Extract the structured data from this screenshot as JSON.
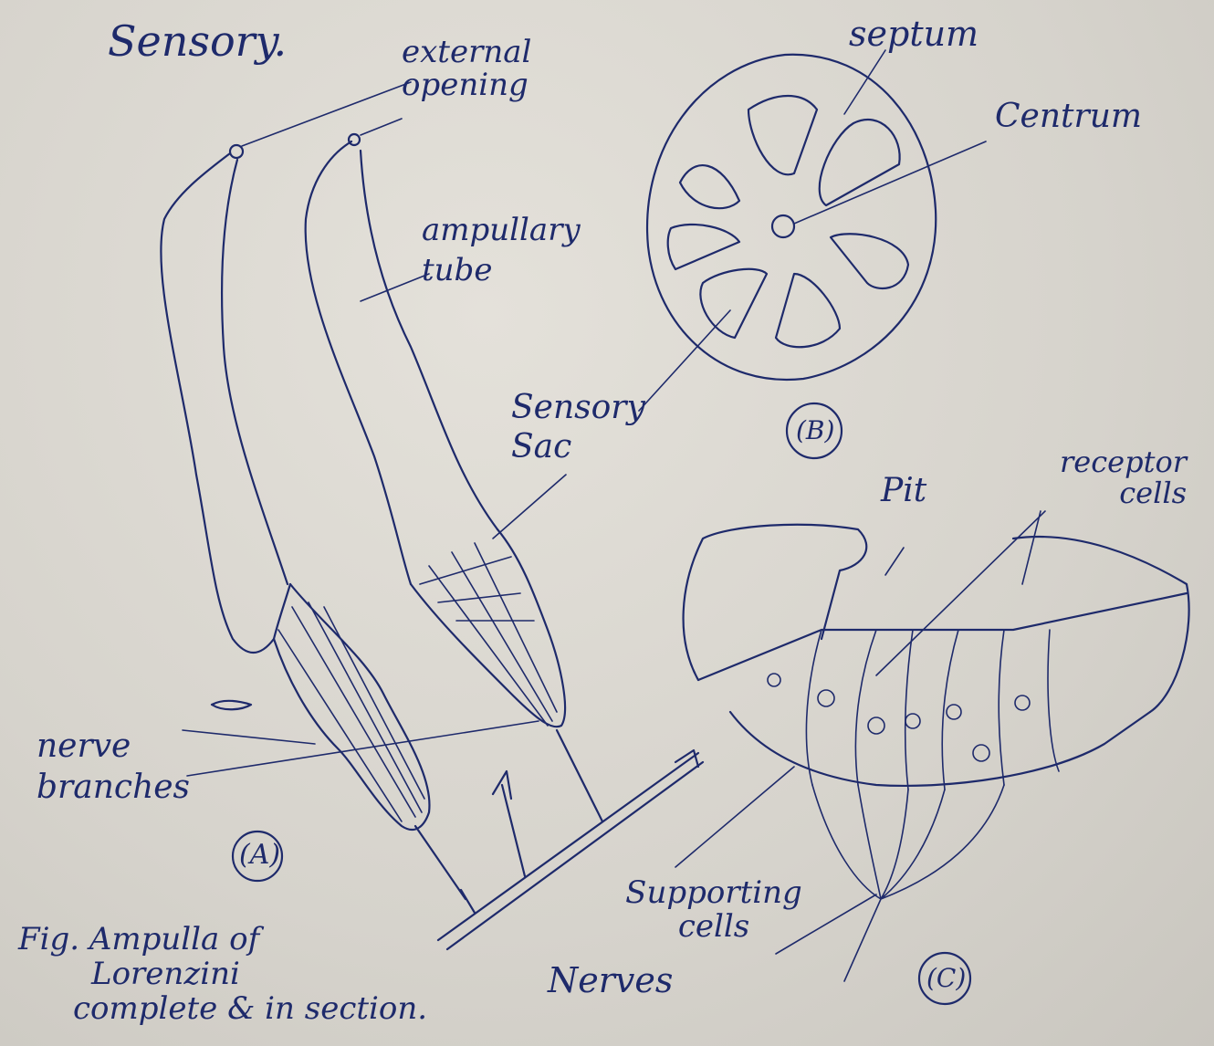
{
  "title": "Sensory.",
  "figure_a": {
    "marker": "(A)",
    "labels": {
      "external_opening": "external opening",
      "ampullary_tube": "ampullary tube",
      "sensory_sac": "Sensory Sac",
      "nerve_branches": "nerve branches"
    }
  },
  "figure_b": {
    "marker": "(B)",
    "labels": {
      "septum": "septum",
      "centrum": "Centrum"
    }
  },
  "figure_c": {
    "marker": "(C)",
    "labels": {
      "pit": "Pit",
      "receptor_cells": "receptor cells",
      "supporting_cells": "Supporting cells",
      "nerves": "Nerves"
    }
  },
  "caption": {
    "line1": "Fig. Ampulla of",
    "line2": "Lorenzini",
    "line3": "complete & in section."
  },
  "colors": {
    "ink": "#1e2a6b",
    "paper": "#d9d6cf"
  }
}
